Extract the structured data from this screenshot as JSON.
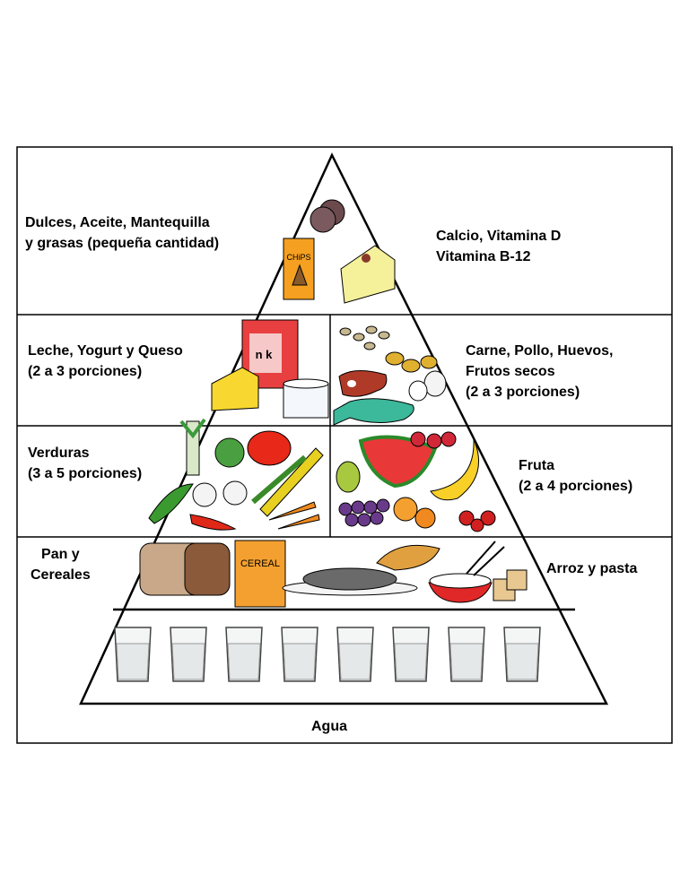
{
  "labels": {
    "sweets": [
      "Dulces, Aceite, Mantequilla",
      "y grasas (pequeña cantidad)"
    ],
    "vitamins": [
      "Calcio, Vitamina D",
      "Vitamina B-12"
    ],
    "dairy": [
      "Leche, Yogurt y Queso",
      "(2 a 3 porciones)"
    ],
    "protein": [
      "Carne, Pollo, Huevos,",
      "Frutos secos",
      "(2 a 3 porciones)"
    ],
    "vegetables": [
      "Verduras",
      "(3 a 5 porciones)"
    ],
    "fruit": [
      "Fruta",
      "(2 a 4 porciones)"
    ],
    "bread": [
      "Pan y",
      "Cereales"
    ],
    "rice": "Arroz y pasta",
    "water": "Agua"
  },
  "illustration_text": {
    "chips": "CHiPS",
    "milk": "n  k",
    "cereal": "CEREAL"
  },
  "water_glass_count": 8,
  "colors": {
    "line": "#000000",
    "background": "#ffffff"
  }
}
